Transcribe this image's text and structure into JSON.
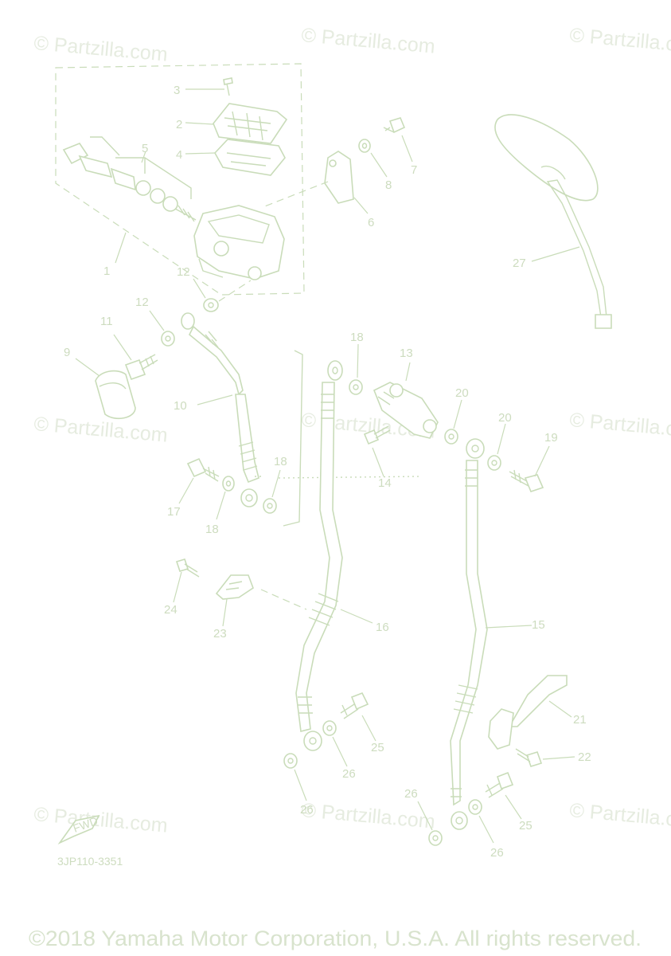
{
  "watermark": "© Partzilla.com",
  "diagram_code": "3JP110-3351",
  "copyright": "©2018 Yamaha Motor Corporation, U.S.A. All rights reserved.",
  "fwd_label": "FWD",
  "callouts": [
    "1",
    "2",
    "3",
    "4",
    "5",
    "6",
    "7",
    "8",
    "9",
    "10",
    "11",
    "12",
    "12",
    "13",
    "14",
    "14",
    "15",
    "16",
    "17",
    "18",
    "18",
    "18",
    "19",
    "20",
    "20",
    "21",
    "22",
    "23",
    "24",
    "25",
    "25",
    "26",
    "26",
    "26",
    "26",
    "27"
  ],
  "colors": {
    "line": "#c9dcb9",
    "label": "#cddcbf",
    "watermark": "#e6ece0"
  }
}
